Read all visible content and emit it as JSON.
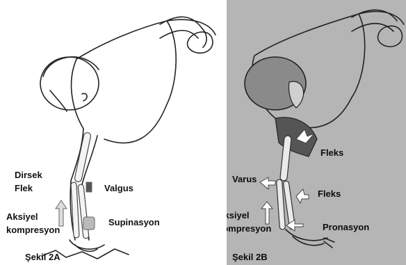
{
  "panel_a": {
    "caption": "Şekil 2A",
    "labels": {
      "dirsek_line1": "Dirsek",
      "dirsek_line2": "Flek",
      "valgus": "Valgus",
      "supinasyon": "Supinasyon",
      "aksiyel_line1": "Aksiyel",
      "aksiyel_line2": "kompresyon"
    }
  },
  "panel_b": {
    "caption": "Şekil 2B",
    "labels": {
      "fleks_upper": "Fleks",
      "varus": "Varus",
      "fleks_lower": "Fleks",
      "aksiyel_line1": "Aksiyel",
      "aksiyel_line2": "kompresyon",
      "pronasyon": "Pronasyon"
    }
  },
  "colors": {
    "panel_b_background": "#b5b5b5",
    "line_art": "#222222",
    "arrow_fill": "#ffffff"
  }
}
